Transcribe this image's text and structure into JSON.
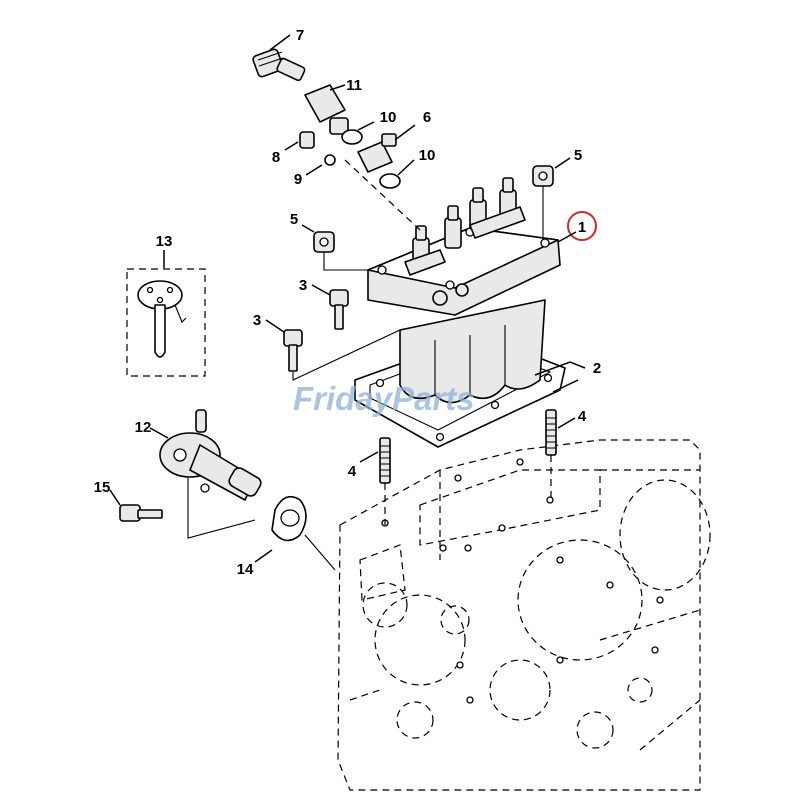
{
  "watermark": {
    "text": "FridayParts",
    "color": "#8fb2d6"
  },
  "highlight": {
    "label": "1",
    "ring_color": "#d8262c"
  },
  "callouts": [
    {
      "id": "c7",
      "label": "7"
    },
    {
      "id": "c11",
      "label": "11"
    },
    {
      "id": "c10a",
      "label": "10"
    },
    {
      "id": "c6",
      "label": "6"
    },
    {
      "id": "c8",
      "label": "8"
    },
    {
      "id": "c10b",
      "label": "10"
    },
    {
      "id": "c9",
      "label": "9"
    },
    {
      "id": "c5a",
      "label": "5"
    },
    {
      "id": "c5b",
      "label": "5"
    },
    {
      "id": "c13",
      "label": "13"
    },
    {
      "id": "c3a",
      "label": "3"
    },
    {
      "id": "c3b",
      "label": "3"
    },
    {
      "id": "c2",
      "label": "2"
    },
    {
      "id": "c12",
      "label": "12"
    },
    {
      "id": "c4a",
      "label": "4"
    },
    {
      "id": "c4b",
      "label": "4"
    },
    {
      "id": "c15",
      "label": "15"
    },
    {
      "id": "c14",
      "label": "14"
    }
  ]
}
